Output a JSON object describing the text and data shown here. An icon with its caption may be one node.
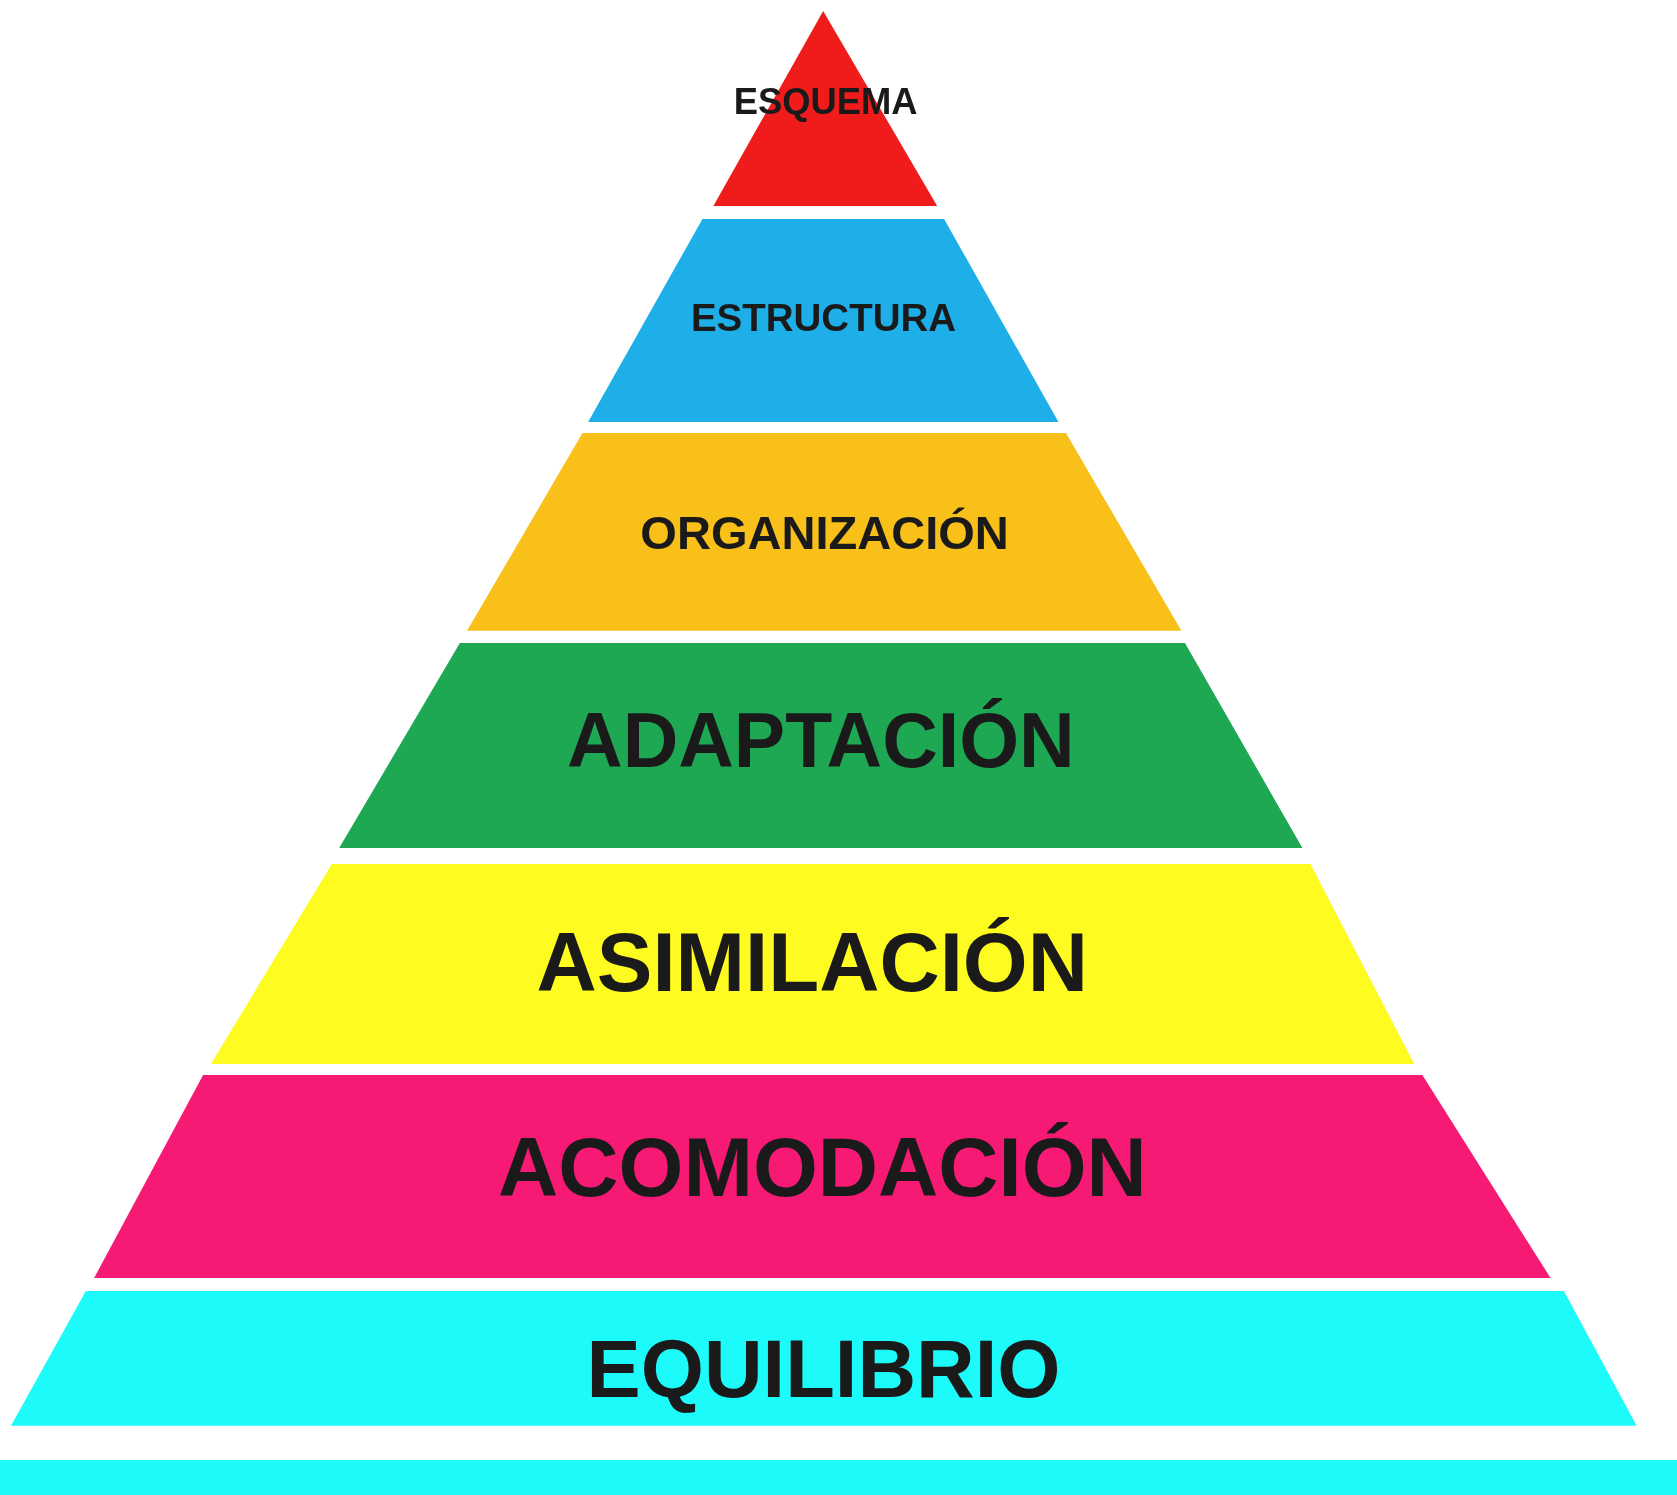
{
  "diagram": {
    "nodes": [
      {
        "text": [
          "ESQUEMA"
        ]
      },
      {
        "text": [
          "ESTRUCTURA"
        ]
      },
      {
        "text": [
          "ORGANIZACIÓN"
        ]
      },
      {
        "text": [
          "ADAPTACIÓN"
        ]
      },
      {
        "text": [
          "ASIMILACIÓN"
        ]
      },
      {
        "text": [
          "ACOMODACIÓN"
        ]
      },
      {
        "text": [
          "EQUILIBRIO"
        ]
      },
      {
        "text": [],
        "shape": "bar"
      }
    ]
  }
}
